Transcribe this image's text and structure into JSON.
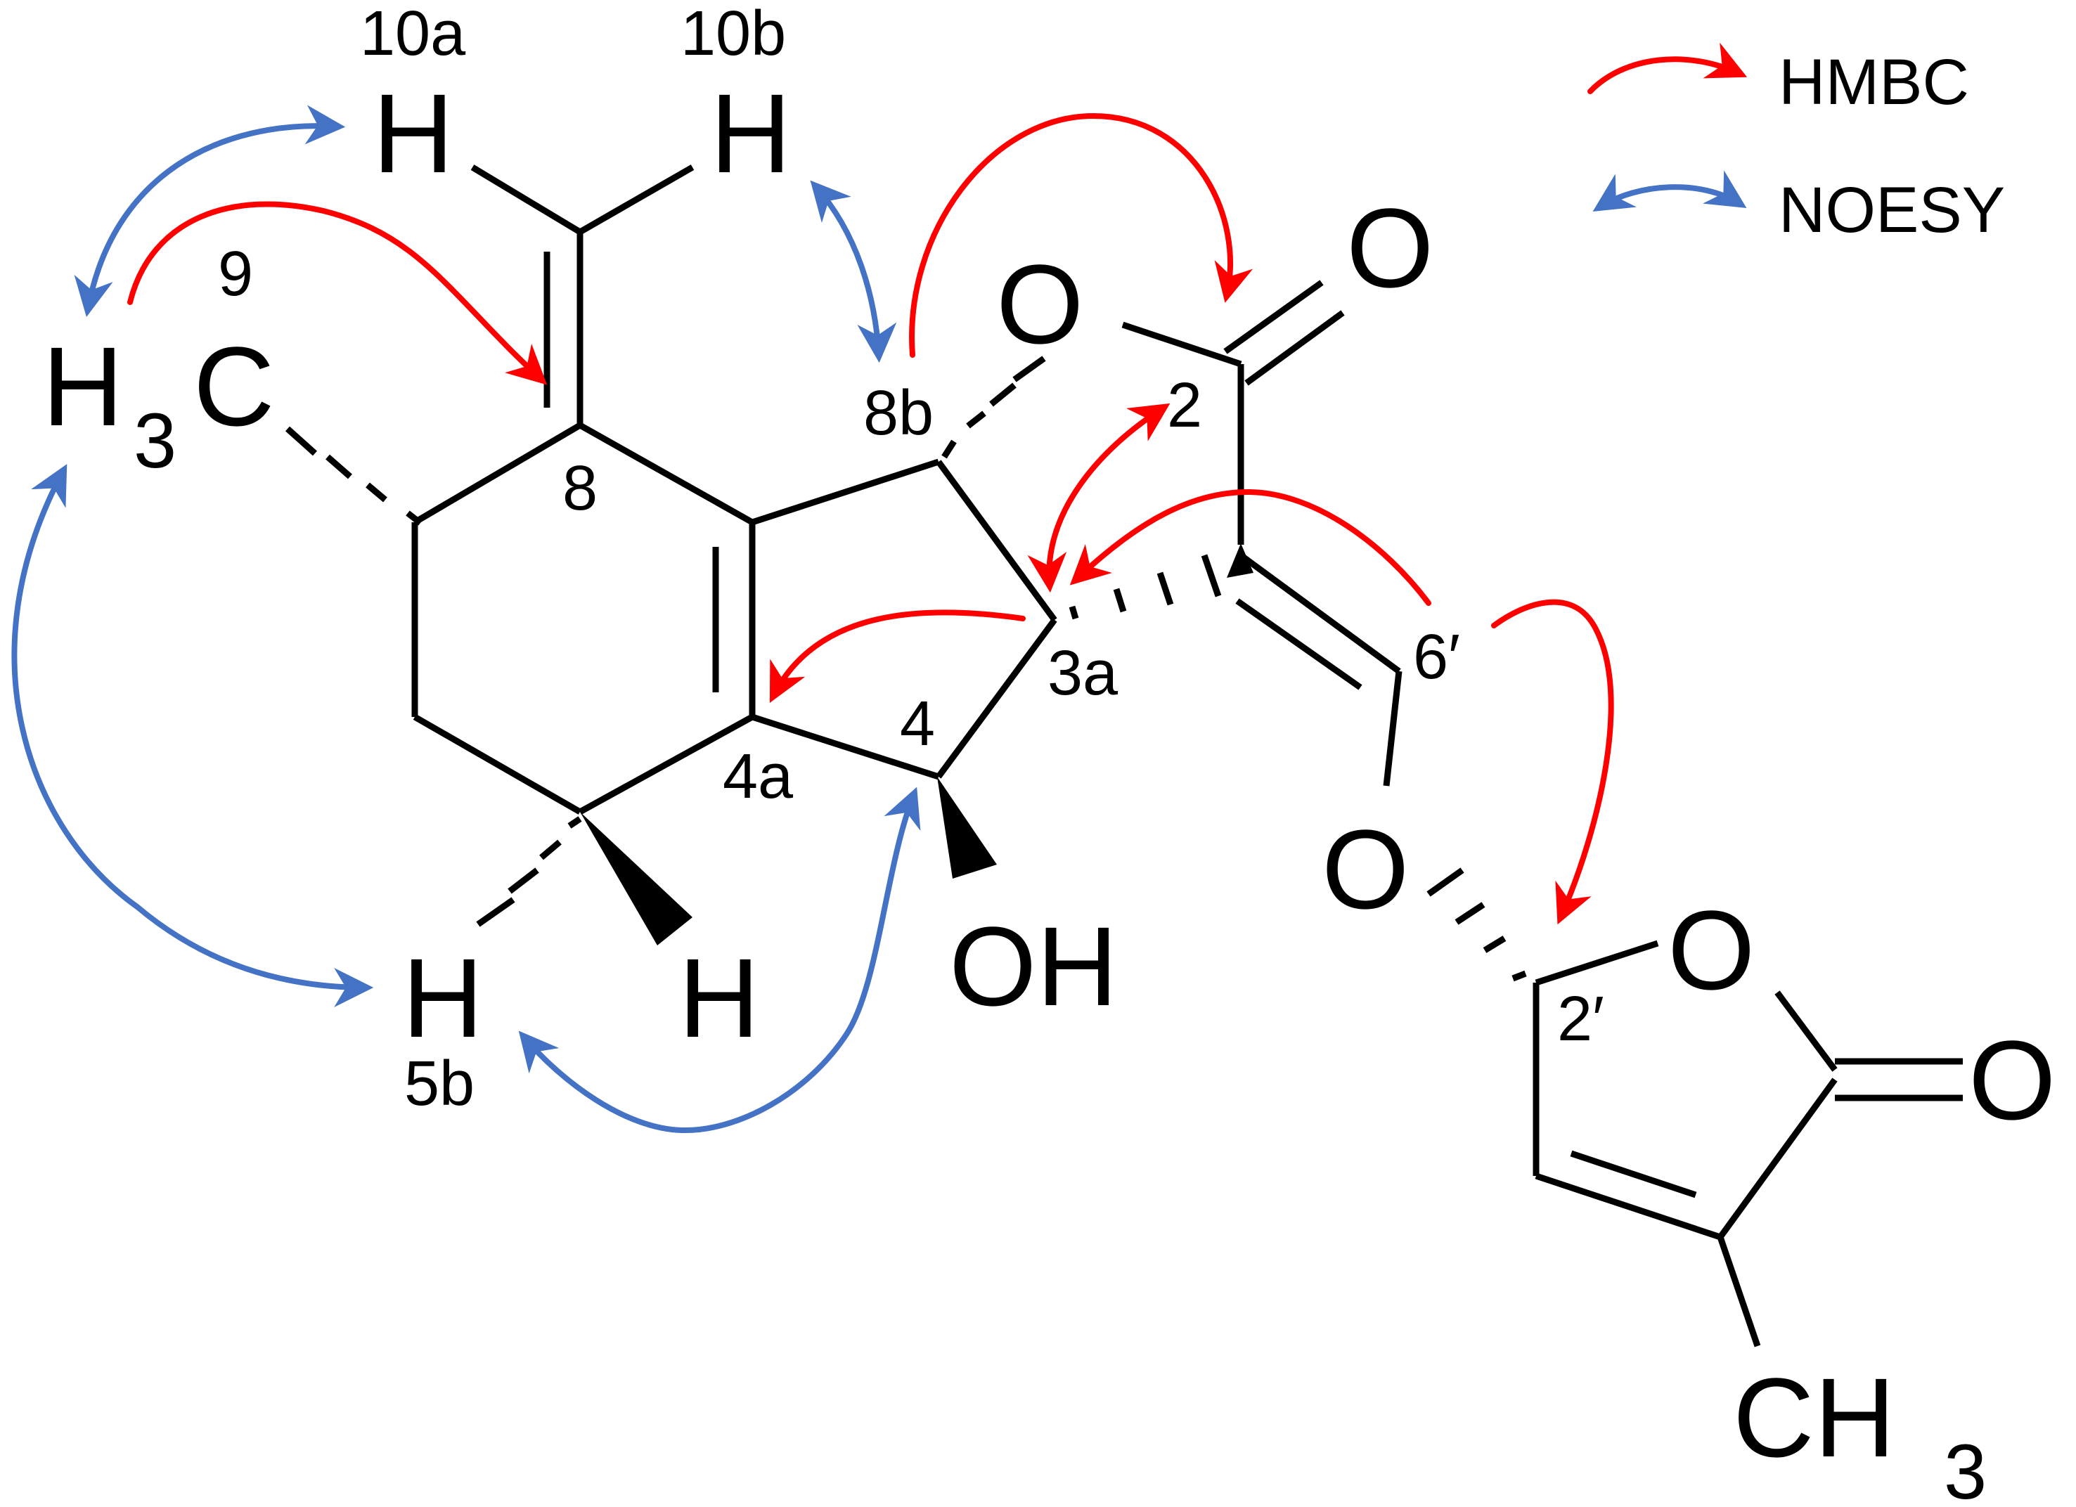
{
  "legend": {
    "hmbc_label": "HMBC",
    "noesy_label": "NOESY",
    "hmbc_color": "#ff0000",
    "noesy_color": "#4472c4"
  },
  "atoms": {
    "h_10a": "H",
    "h_10b": "H",
    "h3c_h": "H",
    "h3c_sub": "3",
    "h3c_c": "C",
    "o_ring_top": "O",
    "o_carbonyl_top": "O",
    "o_ether": "O",
    "o_ring_right": "O",
    "o_carbonyl_right": "O",
    "oh": "OH",
    "h_5a": "H",
    "h_5b": "H",
    "ch3_ch": "CH",
    "ch3_sub": "3"
  },
  "labels": {
    "l_10a": "10a",
    "l_10b": "10b",
    "l_9": "9",
    "l_8": "8",
    "l_8b": "8b",
    "l_2": "2",
    "l_3a": "3a",
    "l_6p": "6′",
    "l_4": "4",
    "l_4a": "4a",
    "l_5b": "5b",
    "l_2p": "2′"
  }
}
